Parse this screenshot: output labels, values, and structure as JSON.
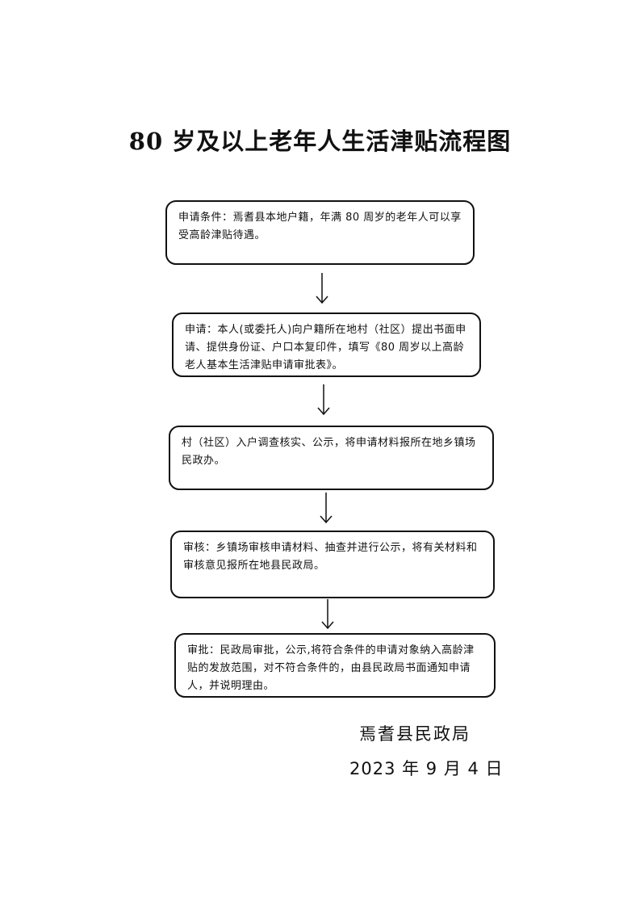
{
  "title": "80 岁及以上老年人生活津贴流程图",
  "steps": [
    {
      "text": "申请条件：焉耆县本地户籍，年满 80 周岁的老年人可以享受高龄津贴待遇。"
    },
    {
      "text": "申请：本人(或委托人)向户籍所在地村（社区）提出书面申请、提供身份证、户口本复印件，填写《80 周岁以上高龄老人基本生活津贴申请审批表》。"
    },
    {
      "text": "村（社区）入户调查核实、公示，将申请材料报所在地乡镇场民政办。"
    },
    {
      "text": "审核：乡镇场审核申请材料、抽查并进行公示，将有关材料和审核意见报所在地县民政局。"
    },
    {
      "text": "审批：民政局审批，公示,将符合条件的申请对象纳入高龄津贴的发放范围，对不符合条件的，由县民政局书面通知申请人，并说明理由。"
    }
  ],
  "footer": {
    "organization": "焉耆县民政局",
    "date": "2023 年 9 月 4 日"
  },
  "colors": {
    "line": "#111111",
    "background": "#ffffff"
  }
}
